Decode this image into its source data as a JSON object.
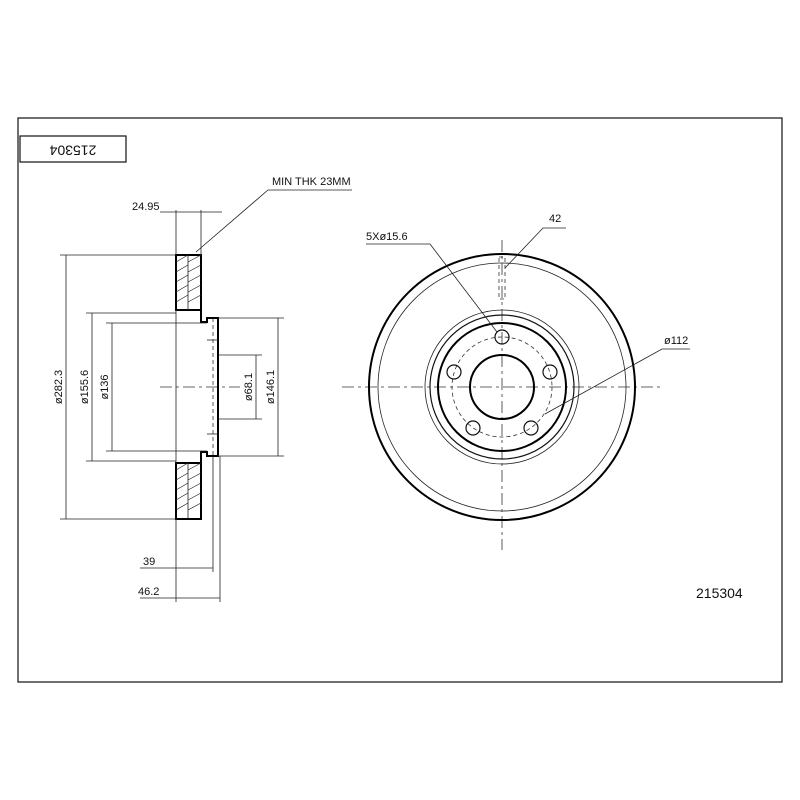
{
  "part_number_top": "215304",
  "part_number_bottom": "215304",
  "labels": {
    "min_thk": "MIN THK 23MM",
    "offset_24_95": "24.95",
    "height_39": "39",
    "height_46_2": "46.2",
    "dia_282_3": "ø282.3",
    "dia_155_6": "ø155.6",
    "dia_136": "ø136",
    "dia_68_1": "ø68.1",
    "dia_146_1": "ø146.1",
    "bolt_holes": "5Xø15.6",
    "slot_42": "42",
    "pcd_112": "ø112"
  }
}
